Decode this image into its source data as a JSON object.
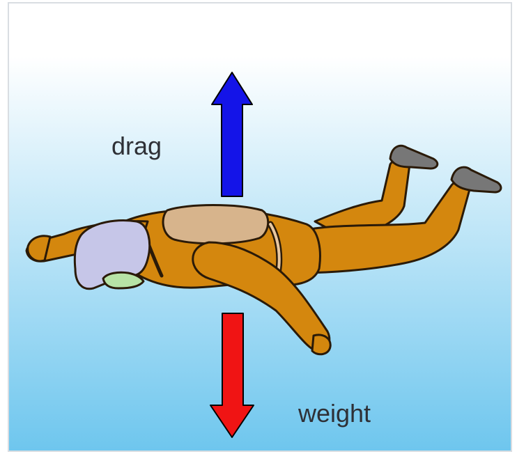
{
  "labels": {
    "drag": "drag",
    "weight": "weight"
  },
  "arrows": {
    "drag": {
      "direction": "up",
      "color": "#1414e8"
    },
    "weight": {
      "direction": "down",
      "color": "#f01414"
    }
  },
  "colors": {
    "sky_top": "#ffffff",
    "sky_bottom": "#6ec6ee",
    "suit": "#d4870e",
    "suit_shadow": "#a86a0a",
    "helmet": "#c6c6e8",
    "face": "#b7e3a6",
    "pack": "#d7b48c",
    "boots": "#777777",
    "outline": "#2a1a08"
  },
  "icons": {
    "skydiver": "skydiver-figure",
    "drag_arrow": "arrow-up",
    "weight_arrow": "arrow-down"
  }
}
